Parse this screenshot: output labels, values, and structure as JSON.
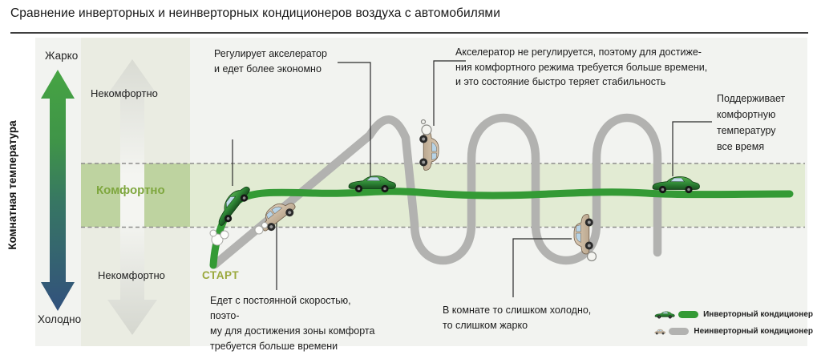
{
  "title": "Сравнение инверторных и неинверторных кондиционеров воздуха с автомобилями",
  "axis": {
    "label": "Комнатная температура",
    "hot": "Жарко",
    "cold": "Холодно",
    "uncomfortable_top": "Некомфортно",
    "uncomfortable_bottom": "Некомфортно",
    "comfortable": "Комфортно"
  },
  "start_label": "СТАРТ",
  "annotations": {
    "inverter_eco": "Регулирует акселератор\nи едет более экономно",
    "noninverter_unstable": "Акселератор не регулируется, поэтому для достиже-\nния комфортного режима требуется больше времени,\nи это состояние быстро теряет стабильность",
    "inverter_maintains": "Поддерживает\nкомфортную\nтемпературу\nвсе время",
    "noninverter_constant_speed": "Едет с постоянной скоростью, поэто-\nму для достижения зоны комфорта\nтребуется больше времени",
    "room_too_hot_cold": "В комнате то слишком холодно,\nто слишком жарко"
  },
  "legend": {
    "items": [
      {
        "label": "Инверторный кондиционер",
        "color": "#349a35"
      },
      {
        "label": "Неинверторный кондиционер",
        "color": "#b2b2b0"
      }
    ]
  },
  "colors": {
    "inverter_line": "#349a35",
    "noninverter_line": "#b2b2b0",
    "comfort_band": "#e2ebd3",
    "comfort_band_left": "#bed3a0",
    "comfort_text": "#7fa73f",
    "start_text": "#9aa83c"
  }
}
